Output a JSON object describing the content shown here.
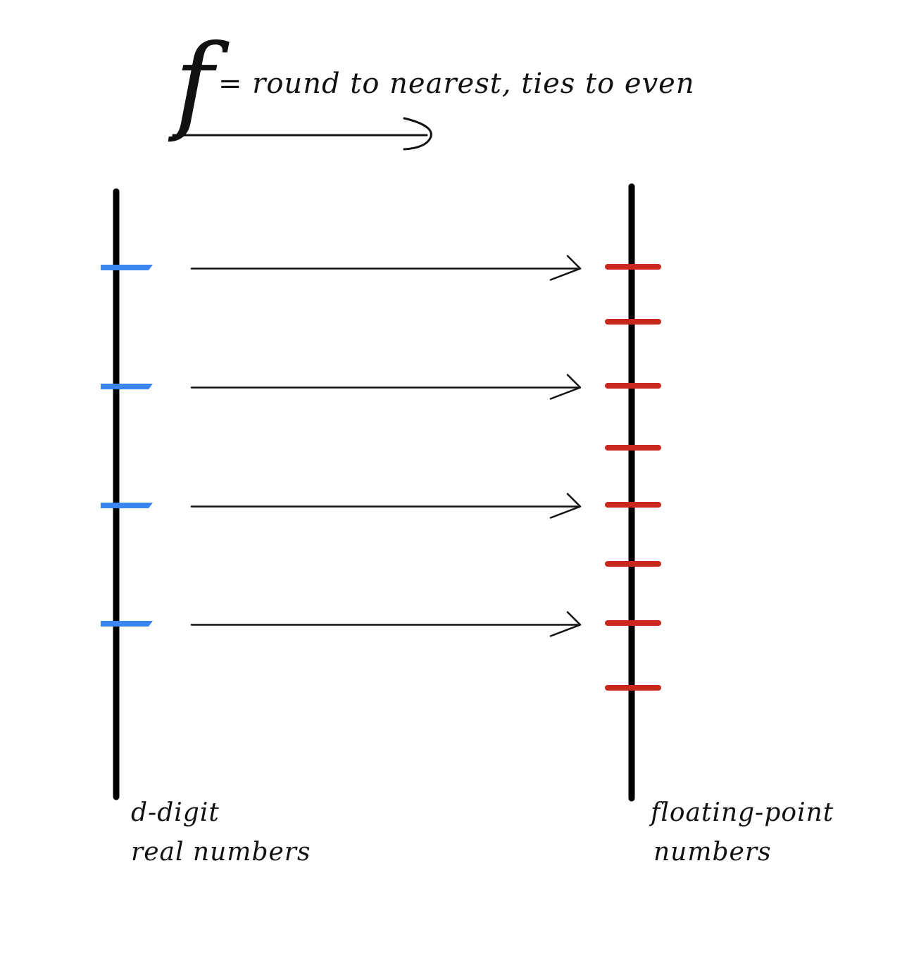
{
  "title": {
    "function_symbol": "f",
    "equation": "= round to nearest, ties to even"
  },
  "left_axis": {
    "label_line1": "d-digit",
    "label_line2": "real numbers",
    "tick_color": "#3A86F0",
    "tick_count": 4
  },
  "right_axis": {
    "label_line1": "floating-point",
    "label_line2": "numbers",
    "tick_color": "#C8281E",
    "tick_count": 8
  },
  "mapping_arrows": [
    {
      "from": 1,
      "to": 1
    },
    {
      "from": 2,
      "to": 3
    },
    {
      "from": 3,
      "to": 5
    },
    {
      "from": 4,
      "to": 7
    }
  ],
  "colors": {
    "axis": "#000000",
    "arrow": "#111111"
  }
}
